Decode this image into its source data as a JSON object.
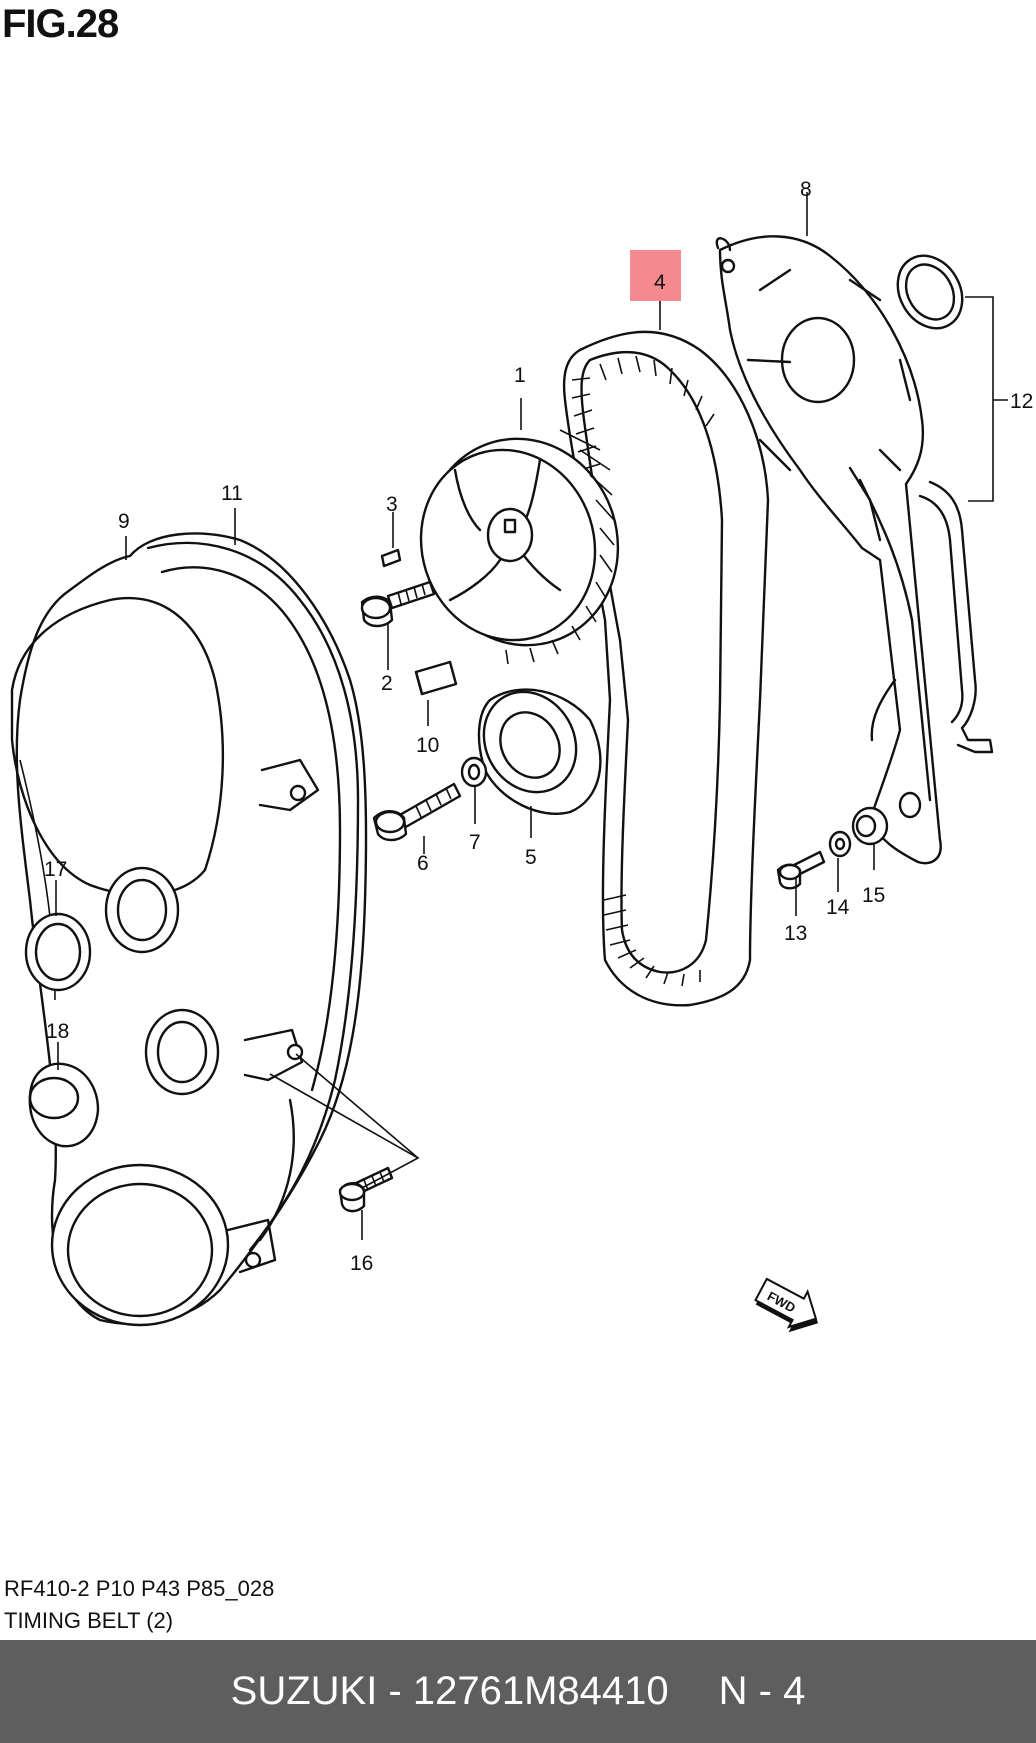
{
  "figure": {
    "title": "FIG.28"
  },
  "callouts": {
    "p1": "1",
    "p2": "2",
    "p3": "3",
    "p4": "4",
    "p5": "5",
    "p6": "6",
    "p7": "7",
    "p8": "8",
    "p9": "9",
    "p10": "10",
    "p11": "11",
    "p12": "12",
    "p13": "13",
    "p14": "14",
    "p15": "15",
    "p16": "16",
    "p17": "17",
    "p18": "18"
  },
  "highlight": {
    "part": "4",
    "color": "#f48a8f"
  },
  "direction_marker": "FWD",
  "meta": {
    "code": "RF410-2 P10 P43 P85_028",
    "title": "TIMING BELT (2)"
  },
  "footer": {
    "brand_part": "SUZUKI - 12761M84410",
    "position": "N - 4",
    "background": "#5e5e5e"
  }
}
